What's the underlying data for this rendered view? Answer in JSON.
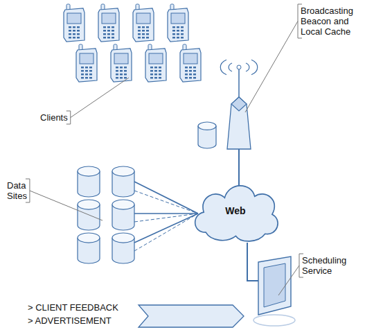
{
  "diagram": {
    "nodes": [
      {
        "text": [
          "Web"
        ]
      }
    ],
    "labels": [
      "Clients",
      "Broadcasting Beacon and Local Cache",
      "Data Sites",
      "Scheduling Service",
      "> CLIENT FEEDBACK",
      "> ADVERTISEMENT"
    ]
  }
}
